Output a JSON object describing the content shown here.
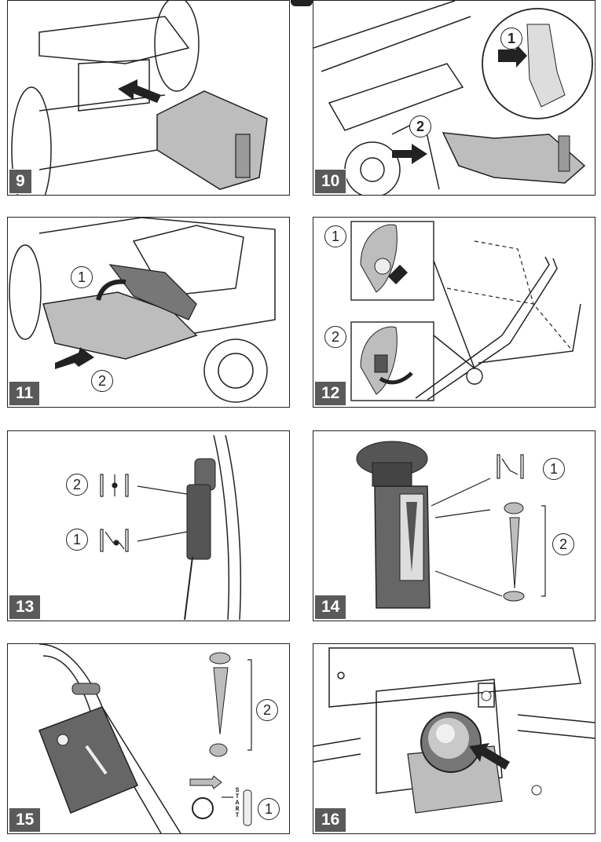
{
  "figures": [
    {
      "number": "9",
      "callouts": []
    },
    {
      "number": "10",
      "callouts": [
        "1",
        "2"
      ]
    },
    {
      "number": "11",
      "callouts": [
        "1",
        "2"
      ]
    },
    {
      "number": "12",
      "callouts": [
        "1",
        "2"
      ]
    },
    {
      "number": "13",
      "callouts": [
        "2",
        "1"
      ]
    },
    {
      "number": "14",
      "callouts": [
        "1",
        "2"
      ]
    },
    {
      "number": "15",
      "callouts": [
        "2",
        "1"
      ],
      "start_label": "START"
    },
    {
      "number": "16",
      "callouts": []
    }
  ],
  "colors": {
    "line": "#222222",
    "fill_gray": "#bdbdbd",
    "dark_gray": "#5a5a5a",
    "badge": "#5a5a5a"
  }
}
